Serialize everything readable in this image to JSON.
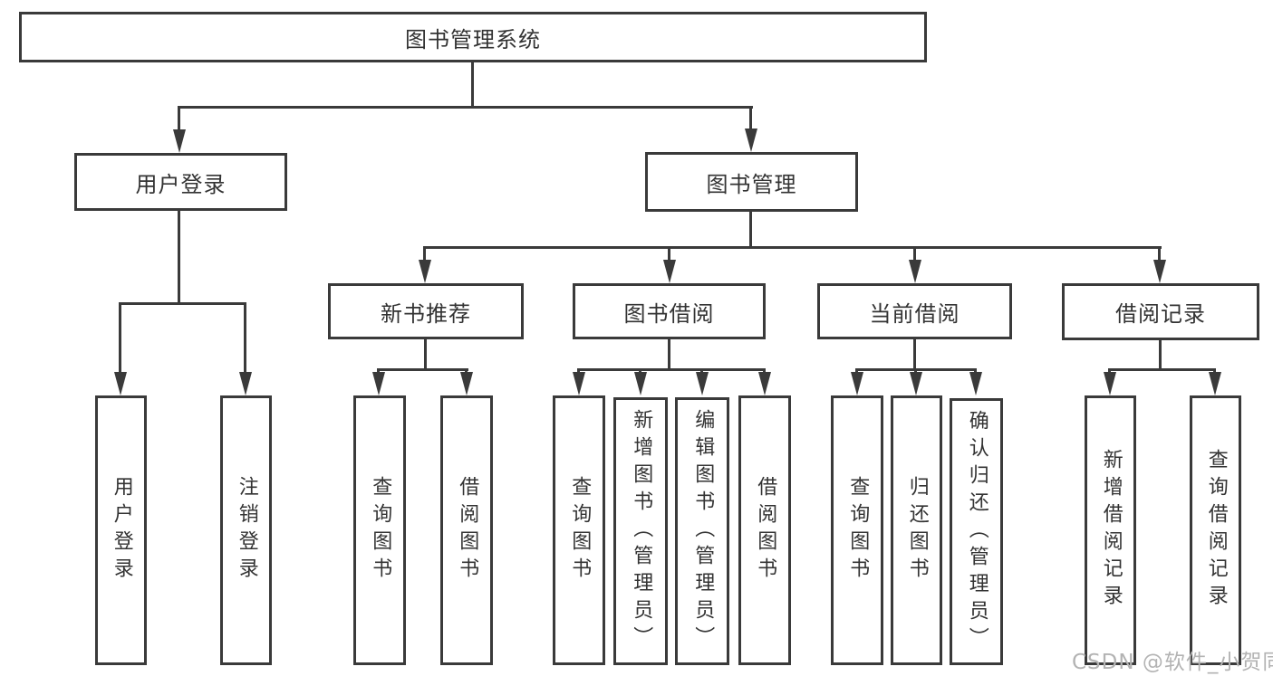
{
  "diagram_title": "图书管理系统",
  "nodes": {
    "root": "图书管理系统",
    "level2": {
      "user_login": "用户登录",
      "book_mgmt": "图书管理"
    },
    "level3": {
      "new_book": "新书推荐",
      "book_borrow": "图书借阅",
      "current_borrow": "当前借阅",
      "borrow_record": "借阅记录"
    },
    "leaves": {
      "user_login": [
        "用户登录",
        "注销登录"
      ],
      "new_book": [
        "查询图书",
        "借阅图书"
      ],
      "book_borrow": [
        "查询图书",
        "新增图书（管理员）",
        "编辑图书（管理员）",
        "借阅图书"
      ],
      "current_borrow": [
        "查询图书",
        "归还图书",
        "确认归还（管理员）"
      ],
      "borrow_record": [
        "新增借阅记录",
        "查询借阅记录"
      ]
    }
  },
  "watermark": "CSDN @软件_小贺同学",
  "colors": {
    "line": "#3a3a3a",
    "text": "#333333",
    "watermark": "#b3b3b3",
    "background": "#ffffff"
  }
}
